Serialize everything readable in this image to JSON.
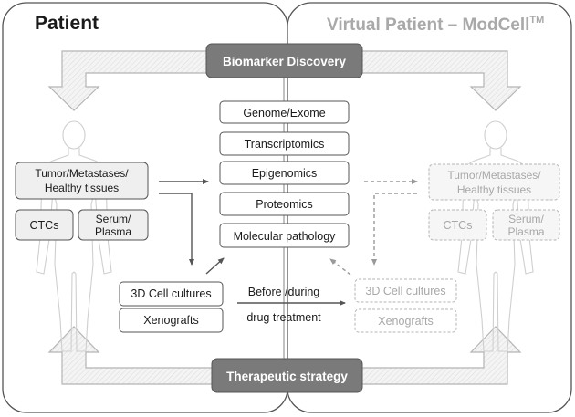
{
  "left_panel": {
    "title": "Patient"
  },
  "right_panel": {
    "title": "Virtual Patient – ModCell",
    "title_superscript": "TM"
  },
  "top_banner": {
    "label": "Biomarker Discovery"
  },
  "bottom_banner": {
    "label": "Therapeutic strategy"
  },
  "omics": [
    {
      "label": "Genome/Exome"
    },
    {
      "label": "Transcriptomics"
    },
    {
      "label": "Epigenomics"
    },
    {
      "label": "Proteomics"
    },
    {
      "label": "Molecular pathology"
    }
  ],
  "patient_samples": {
    "tissues": [
      "Tumor/Metastases/",
      "Healthy tissues"
    ],
    "ctcs": "CTCs",
    "serum": [
      "Serum/",
      "Plasma"
    ]
  },
  "virtual_samples": {
    "tissues": [
      "Tumor/Metastases/",
      "Healthy tissues"
    ],
    "ctcs": "CTCs",
    "serum": [
      "Serum/",
      "Plasma"
    ]
  },
  "models_left": {
    "cultures": "3D Cell cultures",
    "xenografts": "Xenografts"
  },
  "models_right": {
    "cultures": "3D Cell cultures",
    "xenografts": "Xenografts"
  },
  "treatment": {
    "line1": "Before /during",
    "line2": "drug treatment"
  },
  "colors": {
    "banner_fill": "#7a7a7a",
    "box_stroke": "#555555",
    "faded_stroke": "#b5b5b5",
    "faded_text": "#a8a8a8",
    "arrow_fill": "#f2f2f2"
  }
}
